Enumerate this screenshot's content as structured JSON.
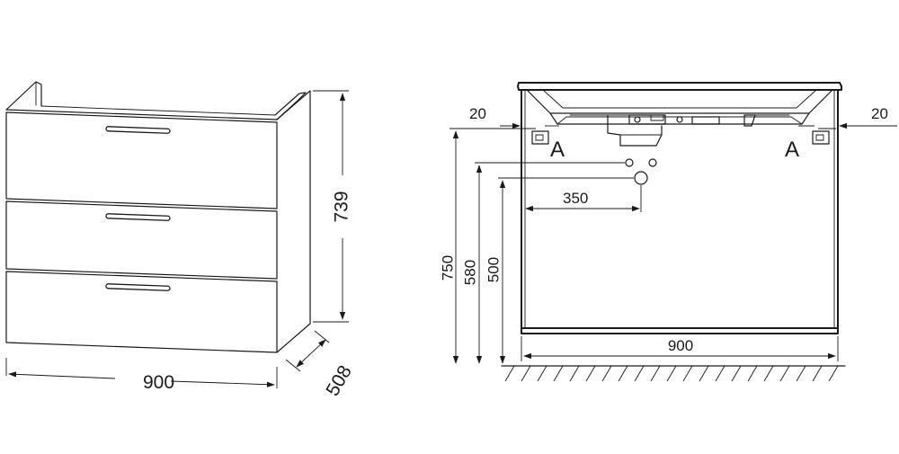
{
  "perspective_view": {
    "width_label": "900",
    "height_label": "739",
    "depth_label": "508"
  },
  "front_view": {
    "left_gap_label": "20",
    "right_gap_label": "20",
    "left_marker": "A",
    "right_marker": "A",
    "offset_label": "350",
    "height_750_label": "750",
    "height_580_label": "580",
    "height_500_label": "500",
    "width_label": "900"
  }
}
